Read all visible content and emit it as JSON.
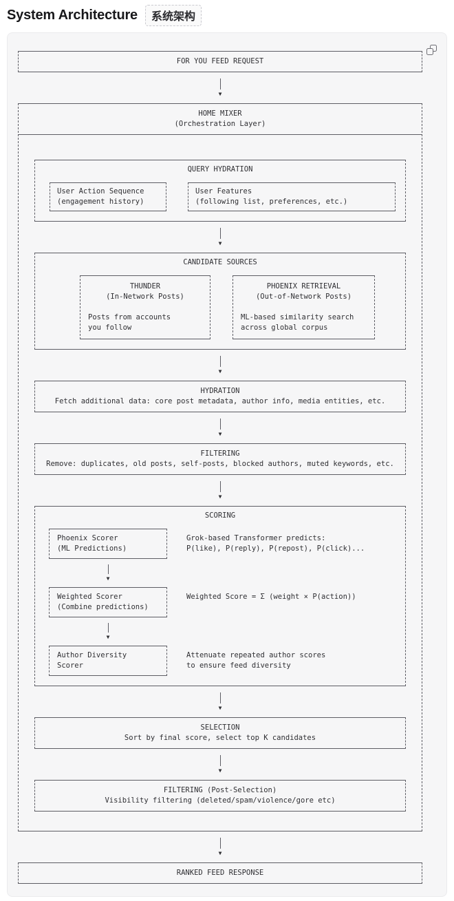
{
  "page": {
    "title": "System Architecture",
    "title_tag": "系统架构"
  },
  "card": {
    "copy_icon": "copy-icon"
  },
  "glyphs": {
    "arrow_head": "▼"
  },
  "colors": {
    "card_bg": "#f6f6f7",
    "line_color": "#5c5c63",
    "text_color": "#2f2f33"
  },
  "diagram": {
    "request": {
      "title": "FOR YOU FEED REQUEST"
    },
    "home_mixer": {
      "title": "HOME MIXER",
      "subtitle": "(Orchestration Layer)",
      "query_hydration": {
        "title": "QUERY HYDRATION",
        "user_action_sequence": {
          "line1": "User Action Sequence",
          "line2": "(engagement history)"
        },
        "user_features": {
          "line1": "User Features",
          "line2": "(following list, preferences, etc.)"
        }
      },
      "candidate_sources": {
        "title": "CANDIDATE SOURCES",
        "thunder": {
          "title": "THUNDER",
          "subtitle": "(In-Network Posts)",
          "desc_line1": "Posts from accounts",
          "desc_line2": "you follow"
        },
        "phoenix_retrieval": {
          "title": "PHOENIX RETRIEVAL",
          "subtitle": "(Out-of-Network Posts)",
          "desc_line1": "ML-based similarity search",
          "desc_line2": "across global corpus"
        }
      },
      "hydration": {
        "title": "HYDRATION",
        "desc": "Fetch additional data: core post metadata, author info, media entities, etc."
      },
      "filtering": {
        "title": "FILTERING",
        "desc": "Remove: duplicates, old posts, self-posts, blocked authors, muted keywords, etc."
      },
      "scoring": {
        "title": "SCORING",
        "phoenix_scorer": {
          "line1": "Phoenix Scorer",
          "line2": "(ML Predictions)",
          "note_line1": "Grok-based Transformer predicts:",
          "note_line2": "P(like), P(reply), P(repost), P(click)..."
        },
        "weighted_scorer": {
          "line1": "Weighted Scorer",
          "line2": "(Combine predictions)",
          "note_line1": "Weighted Score = Σ (weight × P(action))"
        },
        "author_diversity_scorer": {
          "line1": "Author Diversity",
          "line2": "Scorer",
          "note_line1": "Attenuate repeated author scores",
          "note_line2": "to ensure feed diversity"
        }
      },
      "selection": {
        "title": "SELECTION",
        "desc": "Sort by final score, select top K candidates"
      },
      "post_selection_filtering": {
        "title": "FILTERING (Post-Selection)",
        "desc": "Visibility filtering (deleted/spam/violence/gore etc)"
      }
    },
    "response": {
      "title": "RANKED FEED RESPONSE"
    }
  }
}
